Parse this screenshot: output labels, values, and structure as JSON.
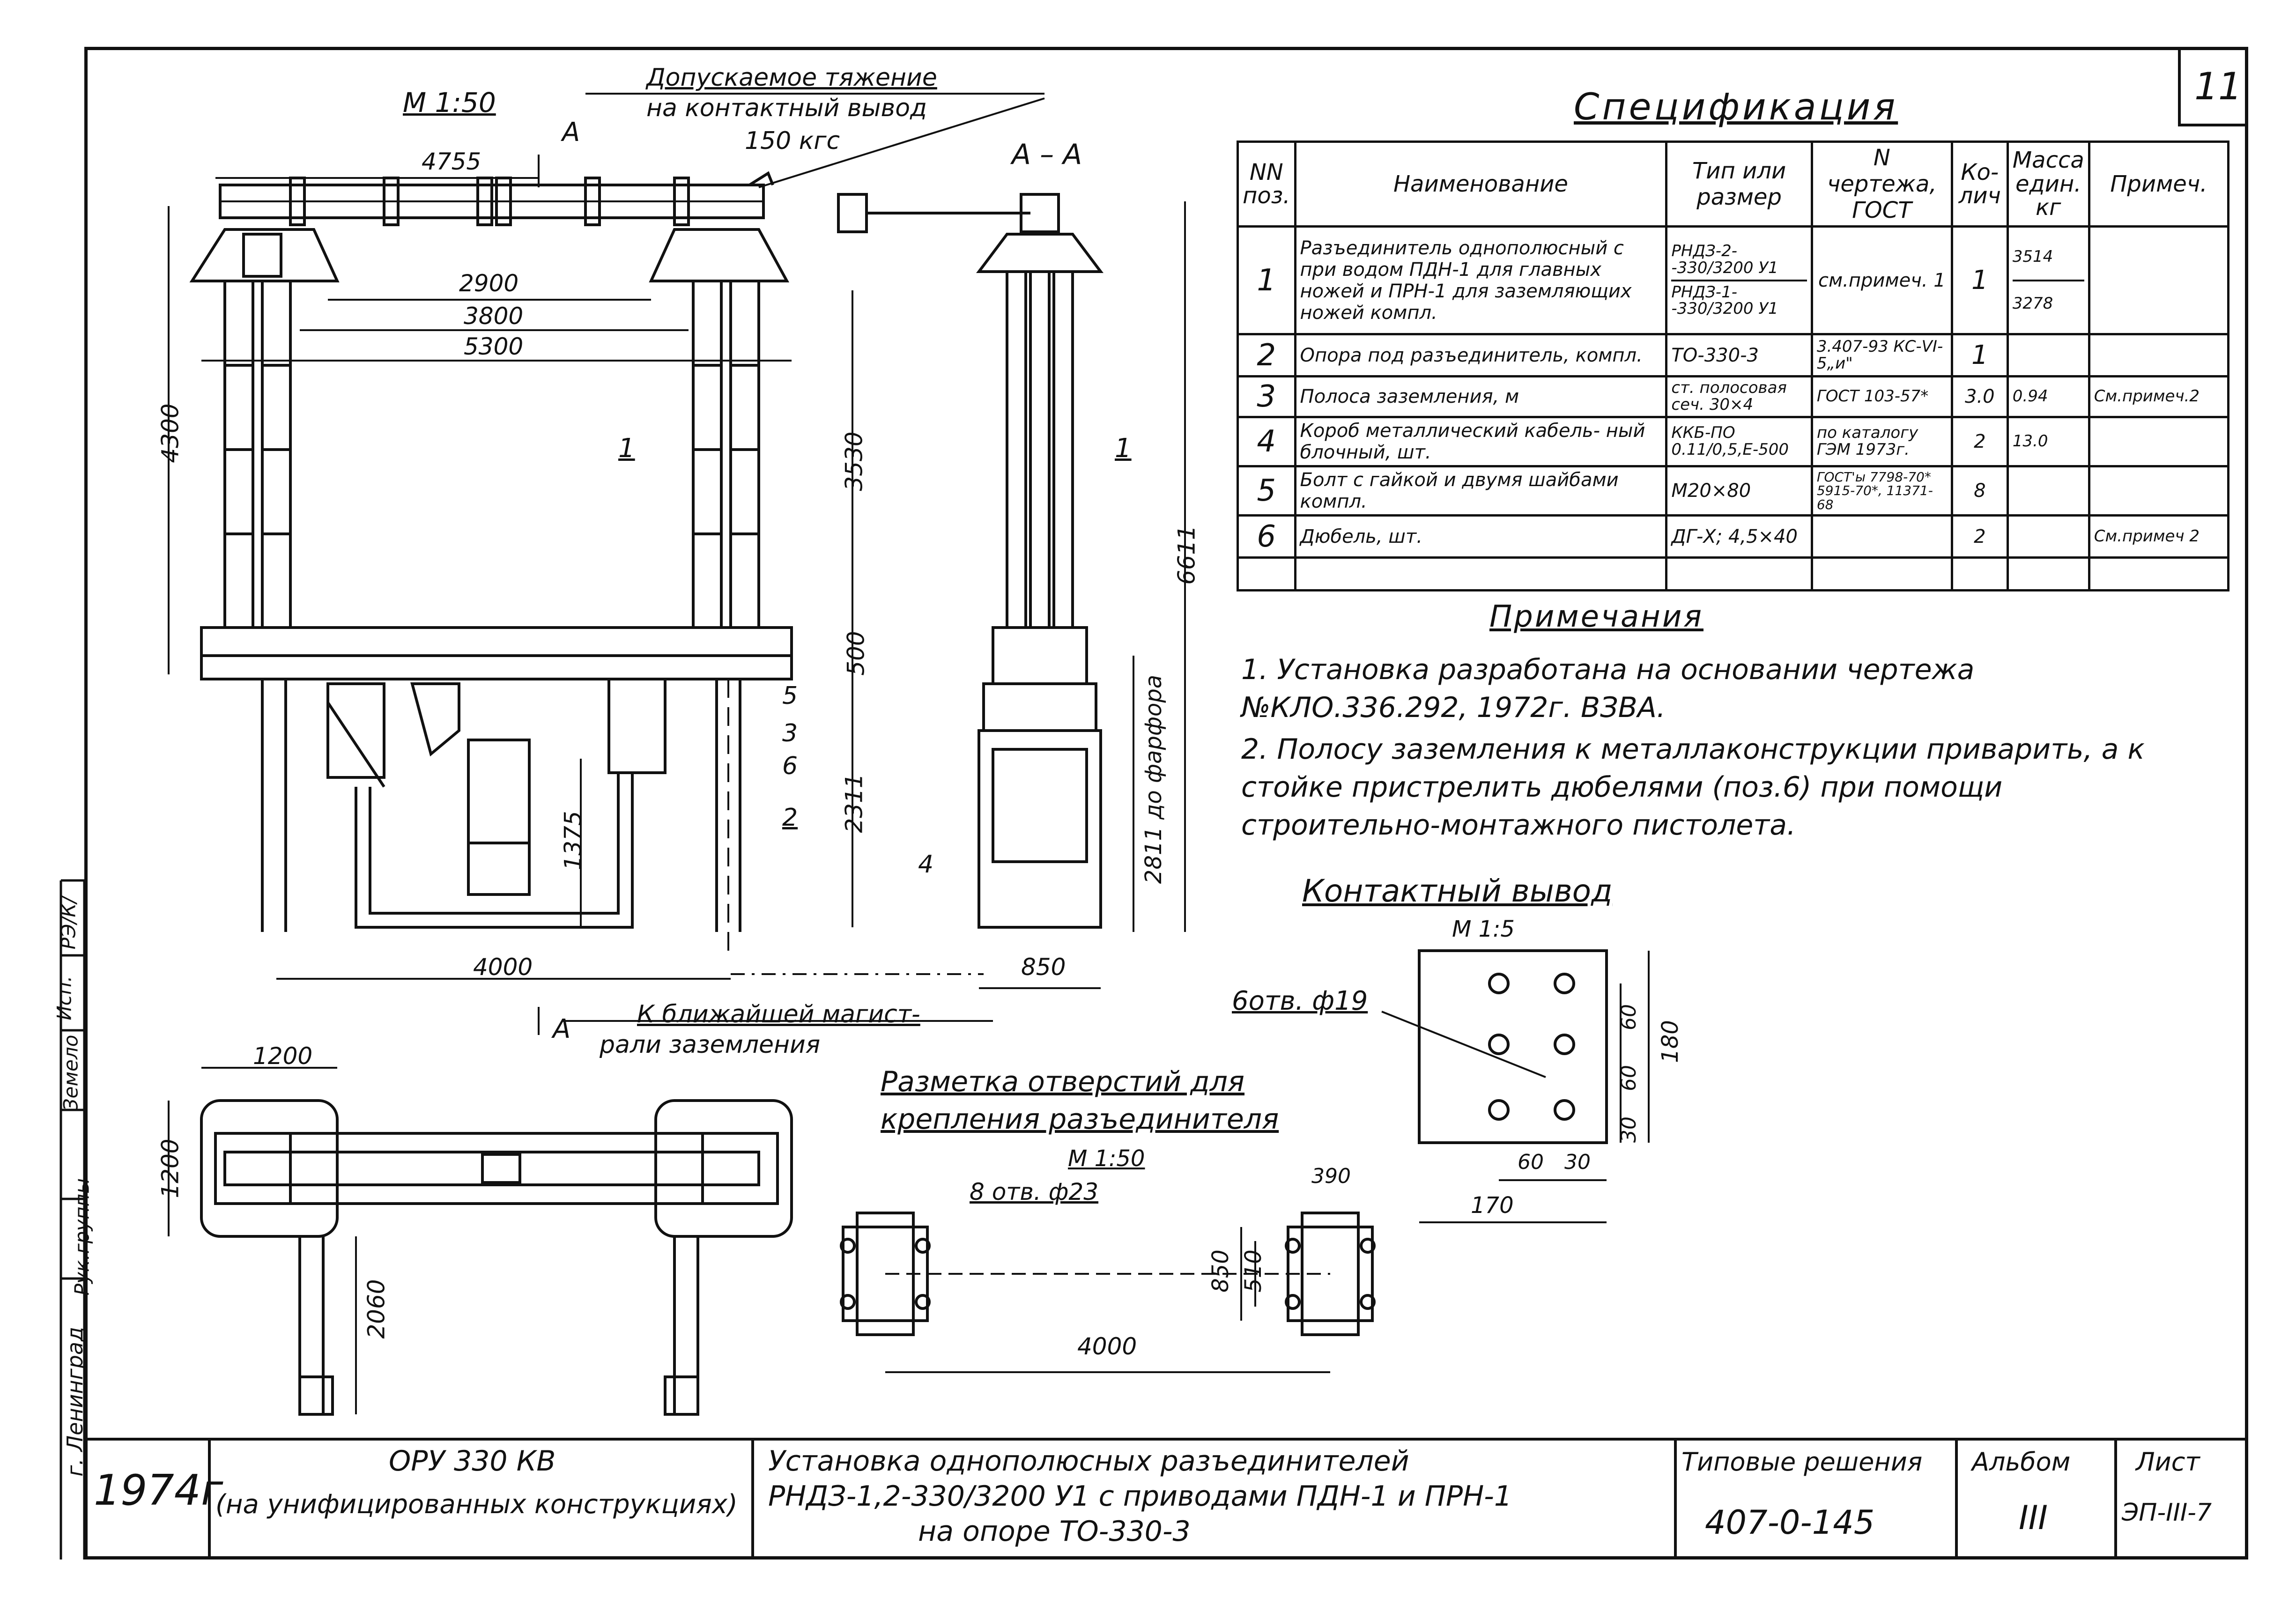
{
  "sheet": {
    "number": "11",
    "scale_main": "M 1:50",
    "annotation_tension": "Допускаемое тяжение",
    "annotation_tension_2": "на контактный вывод",
    "tension_value": "150 кгс",
    "section_mark": "А",
    "section_title": "А – А",
    "grounding_label_1": "К ближайшей магист-",
    "grounding_label_2": "рали заземления",
    "porcelain_label": "2811 до фарфора"
  },
  "dimensions": {
    "main_view": [
      "4755",
      "2900",
      "3800",
      "5300",
      "4300",
      "3530",
      "500",
      "2311",
      "1375",
      "4000"
    ],
    "section_view": [
      "6611",
      "850"
    ],
    "plan_view": [
      "1200",
      "1200",
      "2060"
    ],
    "markings": [
      "4000",
      "850",
      "510",
      "390"
    ],
    "contact": [
      "60",
      "60",
      "30",
      "180",
      "60",
      "30",
      "170"
    ]
  },
  "callouts": [
    "1",
    "1",
    "2",
    "3",
    "4",
    "5",
    "6"
  ],
  "specification": {
    "title": "Спецификация",
    "headers": [
      "NN поз.",
      "Наименование",
      "Тип или размер",
      "N чертежа, ГОСТ",
      "Ко- лич",
      "Масса един. кг",
      "Примеч."
    ],
    "rows": [
      {
        "pos": "1",
        "name": "Разъединитель однополюсный с при водом ПДН-1 для главных ножей и ПРН-1 для заземляющих ножей компл.",
        "type": "РНДЗ-2- -330/3200 У1",
        "type2": "РНДЗ-1- -330/3200 У1",
        "gost": "см.примеч. 1",
        "qty": "1",
        "mass": "3514",
        "mass2": "3278",
        "note": ""
      },
      {
        "pos": "2",
        "name": "Опора под разъединитель, компл.",
        "type": "ТО-330-3",
        "type2": "",
        "gost": "3.407-93 КС-VI-5„и\"",
        "qty": "1",
        "mass": "",
        "mass2": "",
        "note": ""
      },
      {
        "pos": "3",
        "name": "Полоса заземления, м",
        "type": "ст. полосовая сеч. 30×4",
        "type2": "",
        "gost": "ГОСТ 103-57*",
        "qty": "3.0",
        "mass": "0.94",
        "mass2": "",
        "note": "См.примеч.2"
      },
      {
        "pos": "4",
        "name": "Короб металлический кабель- ный блочный, шт.",
        "type": "ККБ-ПО 0.11/0,5,Е-500",
        "type2": "",
        "gost": "по каталогу ГЭМ 1973г.",
        "qty": "2",
        "mass": "13.0",
        "mass2": "",
        "note": ""
      },
      {
        "pos": "5",
        "name": "Болт с гайкой и двумя шайбами компл.",
        "type": "М20×80",
        "type2": "",
        "gost": "ГОСТ'ы 7798-70* 5915-70*, 11371-68",
        "qty": "8",
        "mass": "",
        "mass2": "",
        "note": ""
      },
      {
        "pos": "6",
        "name": "Дюбель, шт.",
        "type": "ДГ-X; 4,5×40",
        "type2": "",
        "gost": "",
        "qty": "2",
        "mass": "",
        "mass2": "",
        "note": "См.примеч 2"
      }
    ]
  },
  "notes": {
    "title": "Примечания",
    "items": [
      "1. Установка разработана на основании чертежа №КЛО.336.292, 1972г. ВЗВА.",
      "2. Полосу заземления к металлаконструкции приварить, а к стойке пристрелить дюбелями (поз.6) при помощи строительно-монтажного пистолета."
    ]
  },
  "contact_terminal": {
    "title": "Контактный вывод",
    "scale": "М 1:5",
    "holes": "6отв. ф19"
  },
  "hole_marking": {
    "title_1": "Разметка отверстий для",
    "title_2": "крепления разъединителя",
    "scale": "М 1:50",
    "holes": "8 отв. ф23"
  },
  "side_stamp": [
    "г. Ленинград",
    "Рук.группы",
    "Земело",
    "Исп.",
    "РЭ/К/"
  ],
  "title_block": {
    "year": "1974г",
    "object_1": "ОРУ 330 КВ",
    "object_2": "(на унифицированных конструкциях)",
    "desc_1": "Установка однополюсных разъединителей",
    "desc_2": "РНДЗ-1,2-330/3200 У1 с приводами ПДН-1 и ПРН-1",
    "desc_3": "на опоре ТО-330-3",
    "series_label": "Типовые решения",
    "series_value": "407-0-145",
    "album_label": "Альбом",
    "album_value": "III",
    "sheet_label": "Лист",
    "sheet_value": "ЭП-III-7"
  },
  "colors": {
    "ink": "#111111",
    "paper": "#ffffff"
  }
}
